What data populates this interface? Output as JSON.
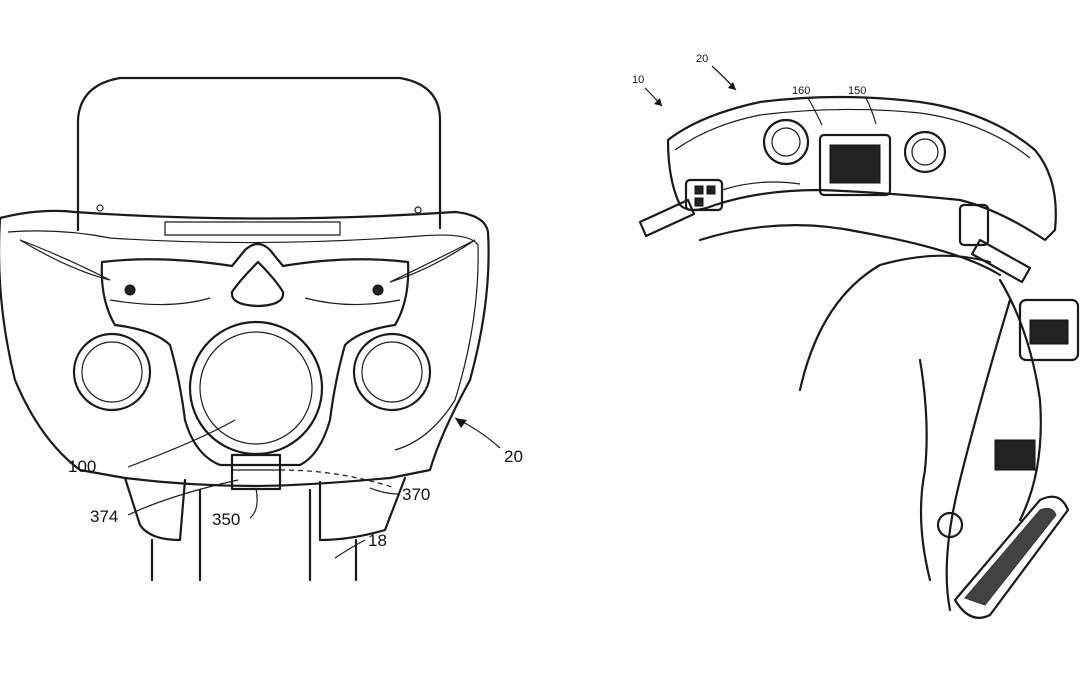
{
  "figure_left": {
    "labels": {
      "fairing": "20",
      "center_gauge": "100",
      "bracket": "374",
      "connector": "350",
      "housing": "370",
      "fork": "18"
    }
  },
  "figure_right": {
    "labels": {
      "vehicle": "10",
      "fairing": "20",
      "gauge_panel": "160",
      "display": "150"
    }
  }
}
